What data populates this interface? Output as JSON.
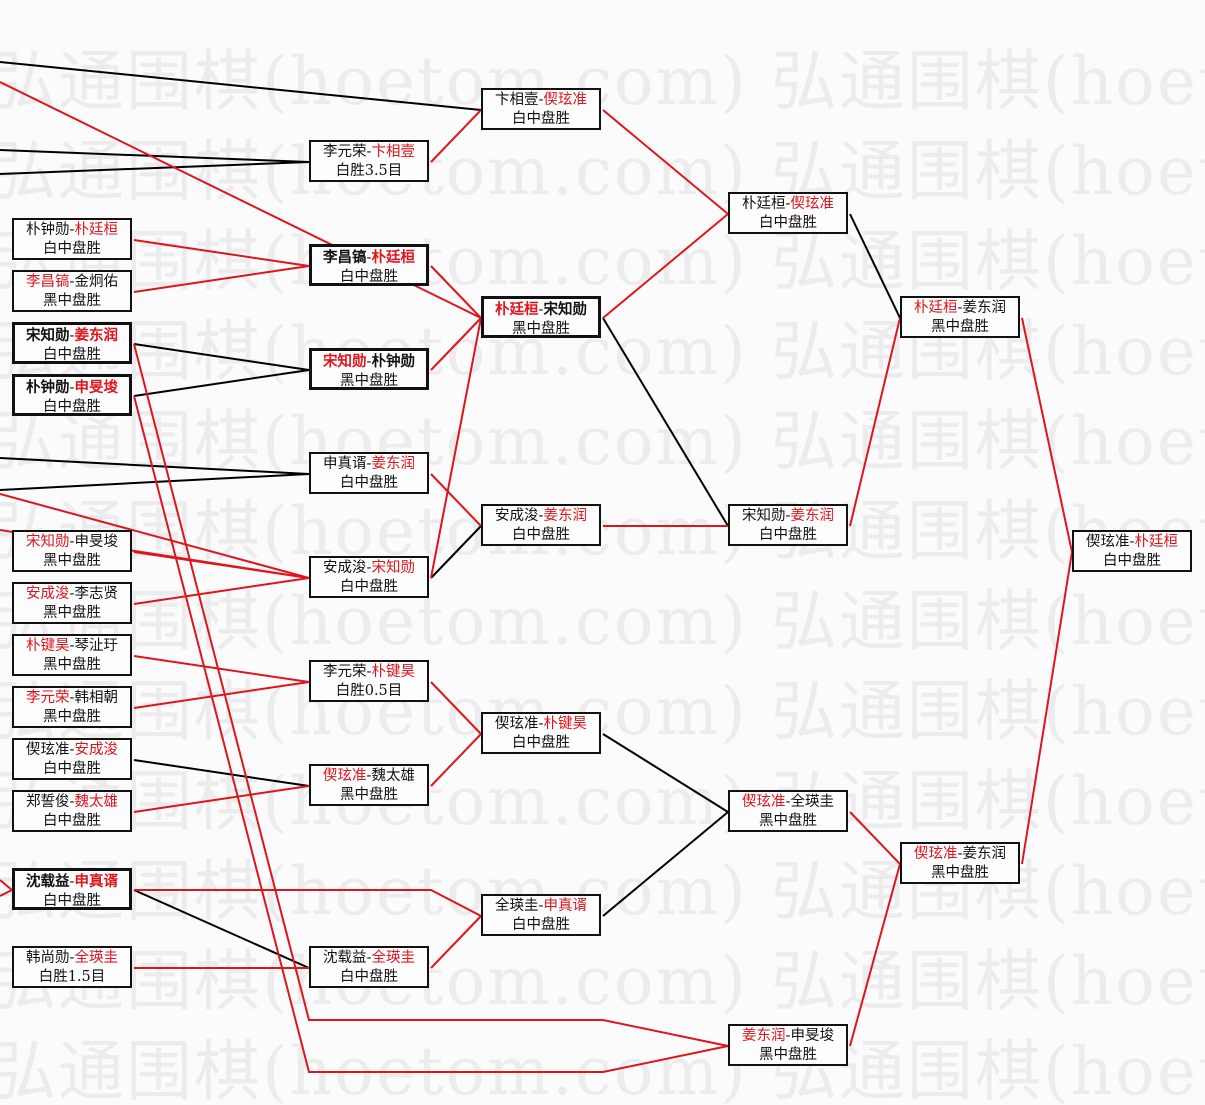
{
  "watermark": "弘通围棋(hoetom.com) 弘通围棋(hoetom.com) 弘通围棋(hoetom.com)",
  "colors": {
    "winner": "#e0141c",
    "line_win": "#e0141c",
    "line_loss": "#000000",
    "watermark": "#ececec"
  },
  "matches": [
    {
      "id": "r1-1",
      "p1": "朴钟勋",
      "p2": "朴廷桓",
      "winner": 2,
      "result": "白中盘胜"
    },
    {
      "id": "r1-2",
      "p1": "李昌镐",
      "p2": "金炯佑",
      "winner": 1,
      "result": "黑中盘胜"
    },
    {
      "id": "r1-3",
      "p1": "宋知勋",
      "p2": "姜东润",
      "winner": 2,
      "result": "白中盘胜"
    },
    {
      "id": "r1-4",
      "p1": "朴钟勋",
      "p2": "申旻埈",
      "winner": 2,
      "result": "白中盘胜"
    },
    {
      "id": "r1-5",
      "p1": "宋知勋",
      "p2": "申旻埈",
      "winner": 1,
      "result": "黑中盘胜"
    },
    {
      "id": "r1-6",
      "p1": "安成浚",
      "p2": "李志贤",
      "winner": 1,
      "result": "黑中盘胜"
    },
    {
      "id": "r1-7",
      "p1": "朴键昊",
      "p2": "琴沚玗",
      "winner": 1,
      "result": "黑中盘胜"
    },
    {
      "id": "r1-8",
      "p1": "李元荣",
      "p2": "韩相朝",
      "winner": 1,
      "result": "黑中盘胜"
    },
    {
      "id": "r1-9",
      "p1": "偰玹准",
      "p2": "安成浚",
      "winner": 2,
      "result": "白中盘胜"
    },
    {
      "id": "r1-10",
      "p1": "郑誓俊",
      "p2": "魏太雄",
      "winner": 2,
      "result": "白中盘胜"
    },
    {
      "id": "r1-11",
      "p1": "沈载益",
      "p2": "申真谞",
      "winner": 2,
      "result": "白中盘胜"
    },
    {
      "id": "r1-12",
      "p1": "韩尚勋",
      "p2": "全瑛圭",
      "winner": 2,
      "result": "白胜1.5目"
    },
    {
      "id": "r2-1",
      "p1": "李元荣",
      "p2": "卞相壹",
      "winner": 2,
      "result": "白胜3.5目"
    },
    {
      "id": "r2-2",
      "p1": "李昌镐",
      "p2": "朴廷桓",
      "winner": 2,
      "result": "白中盘胜"
    },
    {
      "id": "r2-3",
      "p1": "宋知勋",
      "p2": "朴钟勋",
      "winner": 1,
      "result": "黑中盘胜"
    },
    {
      "id": "r2-4",
      "p1": "申真谞",
      "p2": "姜东润",
      "winner": 2,
      "result": "白中盘胜"
    },
    {
      "id": "r2-5",
      "p1": "安成浚",
      "p2": "宋知勋",
      "winner": 2,
      "result": "白中盘胜"
    },
    {
      "id": "r2-6",
      "p1": "李元荣",
      "p2": "朴键昊",
      "winner": 2,
      "result": "白胜0.5目"
    },
    {
      "id": "r2-7",
      "p1": "偰玹准",
      "p2": "魏太雄",
      "winner": 1,
      "result": "黑中盘胜"
    },
    {
      "id": "r2-8",
      "p1": "沈载益",
      "p2": "全瑛圭",
      "winner": 2,
      "result": "白中盘胜"
    },
    {
      "id": "r3-1",
      "p1": "卞相壹",
      "p2": "偰玹准",
      "winner": 2,
      "result": "白中盘胜"
    },
    {
      "id": "r3-2",
      "p1": "朴廷桓",
      "p2": "宋知勋",
      "winner": 1,
      "result": "黑中盘胜"
    },
    {
      "id": "r3-3",
      "p1": "安成浚",
      "p2": "姜东润",
      "winner": 2,
      "result": "白中盘胜"
    },
    {
      "id": "r3-4",
      "p1": "偰玹准",
      "p2": "朴键昊",
      "winner": 2,
      "result": "白中盘胜"
    },
    {
      "id": "r3-5",
      "p1": "全瑛圭",
      "p2": "申真谞",
      "winner": 2,
      "result": "白中盘胜"
    },
    {
      "id": "r4-1",
      "p1": "朴廷桓",
      "p2": "偰玹准",
      "winner": 2,
      "result": "白中盘胜"
    },
    {
      "id": "r4-2",
      "p1": "宋知勋",
      "p2": "姜东润",
      "winner": 2,
      "result": "白中盘胜"
    },
    {
      "id": "r4-3",
      "p1": "偰玹准",
      "p2": "全瑛圭",
      "winner": 1,
      "result": "黑中盘胜"
    },
    {
      "id": "r4-4",
      "p1": "姜东润",
      "p2": "申旻埈",
      "winner": 1,
      "result": "黑中盘胜"
    },
    {
      "id": "r5-1",
      "p1": "朴廷桓",
      "p2": "姜东润",
      "winner": 1,
      "result": "黑中盘胜"
    },
    {
      "id": "r5-2",
      "p1": "偰玹准",
      "p2": "姜东润",
      "winner": 1,
      "result": "黑中盘胜"
    },
    {
      "id": "final",
      "p1": "偰玹准",
      "p2": "朴廷桓",
      "winner": 2,
      "result": "白中盘胜"
    }
  ]
}
